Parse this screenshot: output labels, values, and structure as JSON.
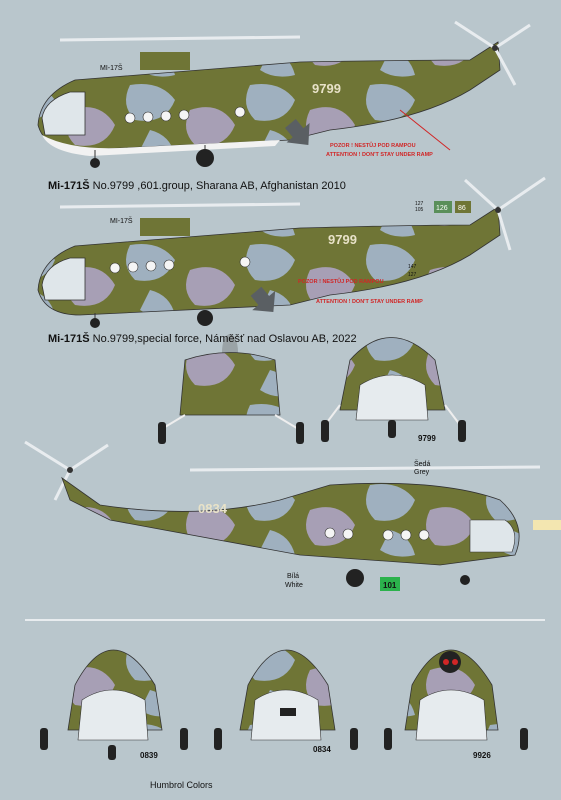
{
  "captions": {
    "first_bold": "Mi-171Š",
    "first_rest": " No.9799 ,601.group, Sharana AB, Afghanistan 2010",
    "second_bold": "Mi-171Š",
    "second_rest": " No.9799,special force, Náměšť nad Oslavou AB, 2022"
  },
  "helicopter_1": {
    "serial": "9799",
    "nose_code": "MI-17Š",
    "warning_cz": "POZOR ! NESTŮJ POD RAMPOU",
    "warning_en": "ATTENTION ! DON'T STAY UNDER RAMP"
  },
  "helicopter_2": {
    "serial": "9799",
    "nose_code": "MI-17Š",
    "warning_cz": "POZOR ! NESTŮJ POD RAMPOU",
    "warning_en": "ATTENTION ! DON'T STAY UNDER RAMP",
    "tail_marks": [
      "126",
      "86"
    ],
    "small_marks": [
      "127",
      "105",
      "147",
      "127"
    ]
  },
  "front_view_1": {
    "serial": "9799"
  },
  "helicopter_3": {
    "serial": "0834",
    "grey_label_cz": "Šedá",
    "grey_label_en": "Grey",
    "white_label_cz": "Bílá",
    "white_label_en": "White",
    "badge": "101"
  },
  "front_views": [
    {
      "serial": "0839"
    },
    {
      "serial": "0834"
    },
    {
      "serial": "9926"
    }
  ],
  "footer": "Humbrol Colors",
  "colors": {
    "background": "#b9c6cc",
    "olive": "#6f7536",
    "light_blue": "#9fb0bf",
    "lavender": "#a79fb5",
    "white": "#f2f2f2",
    "red": "#d12626",
    "green_badge": "#2bb24c"
  }
}
